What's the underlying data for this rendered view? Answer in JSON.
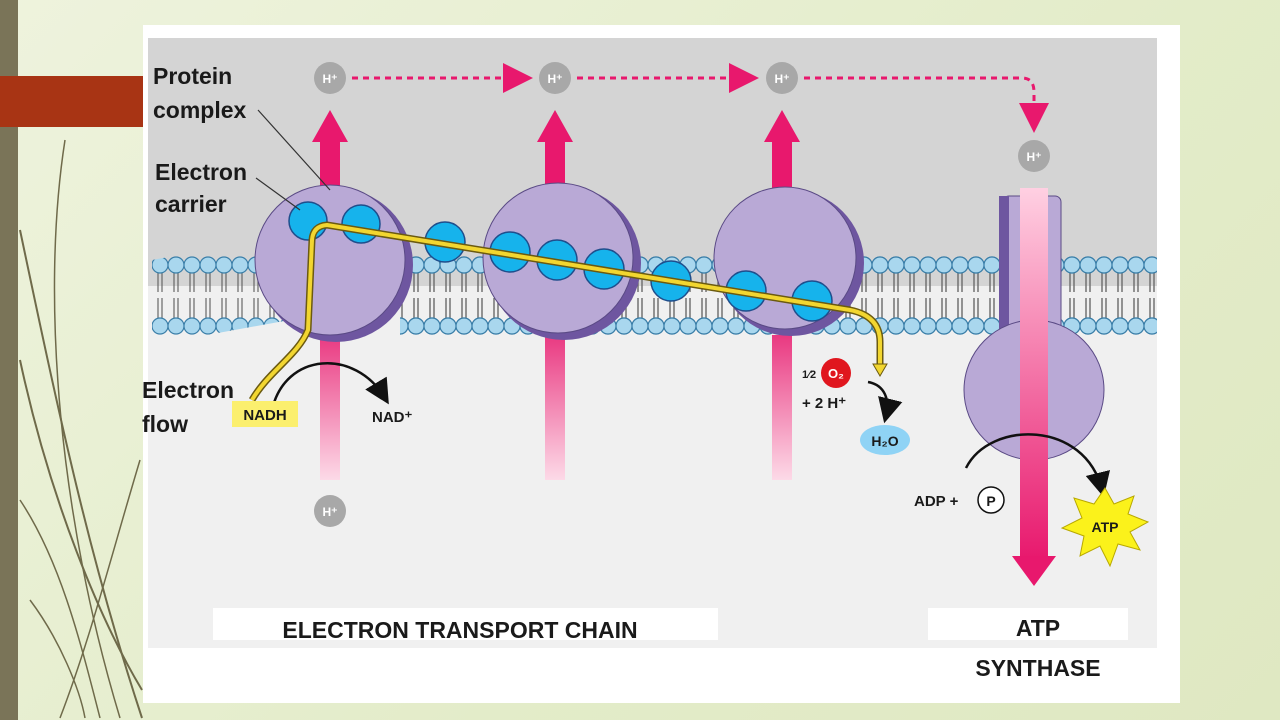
{
  "labels": {
    "protein_complex_line1": "Protein",
    "protein_complex_line2": "complex",
    "electron_carrier_line1": "Electron",
    "electron_carrier_line2": "carrier",
    "electron_flow_line1": "Electron",
    "electron_flow_line2": "flow",
    "nadh": "NADH",
    "nad_plus": "NAD⁺",
    "half": "1⁄2",
    "oxygen": "O₂",
    "two_h_plus": "+ 2 H⁺",
    "water": "H₂O",
    "adp_plus": "ADP +",
    "phosphate": "P",
    "atp": "ATP",
    "hydrogen_ion": "H⁺",
    "etc_caption": "ELECTRON TRANSPORT CHAIN",
    "atp_synthase_line1": "ATP",
    "atp_synthase_line2": "SYNTHASE"
  },
  "colors": {
    "proton_arrow": "#e8186d",
    "protein_complex": "#b9a9d6",
    "complex_shadow": "#6e56a0",
    "electron_carrier": "#16b3ec",
    "electron_path": "#f2d630",
    "lipid_head": "#a9d7ee",
    "oxygen": "#e0161e",
    "water": "#8fd3f5",
    "atp_burst": "#fbf21b",
    "nadh_box": "#fbef6e",
    "intermembrane_space": "#d4d4d4",
    "matrix": "#f0f0f0"
  }
}
